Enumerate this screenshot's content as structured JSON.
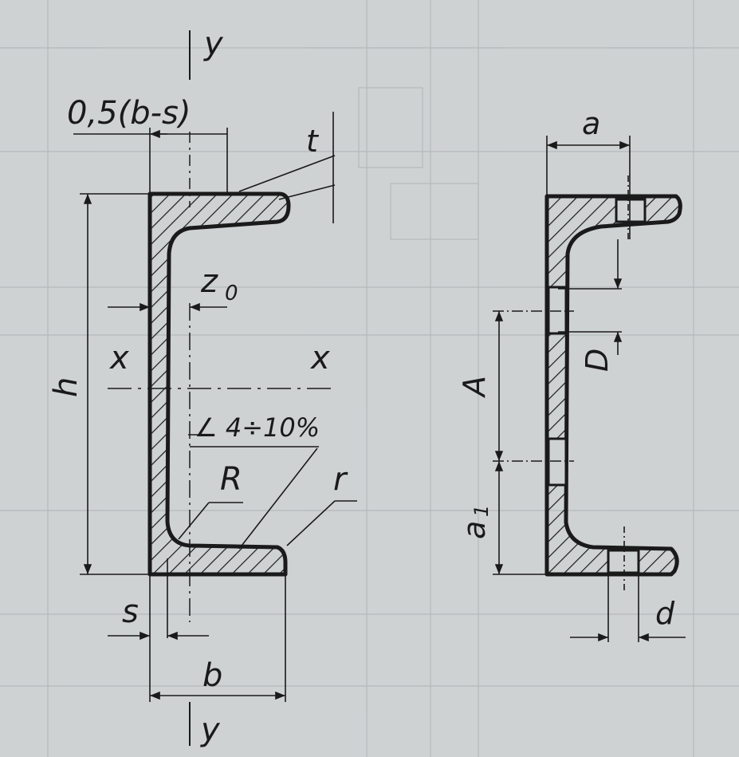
{
  "labels": {
    "y_top": "y",
    "half_b_minus_s": "0,5(b-s)",
    "t": "t",
    "z0": "z",
    "z0_sub": "0",
    "x_left": "x",
    "x_right": "x",
    "h": "h",
    "slope": "∠ 4÷10%",
    "R": "R",
    "r": "r",
    "s": "s",
    "b": "b",
    "y_bottom": "y",
    "a": "a",
    "D": "D",
    "A": "A",
    "a1": "a",
    "a1_sub": "1",
    "d": "d"
  },
  "colors": {
    "paper": "#cfd2d3",
    "ink": "#1a1a1a",
    "grid": "#aeb4b6"
  }
}
